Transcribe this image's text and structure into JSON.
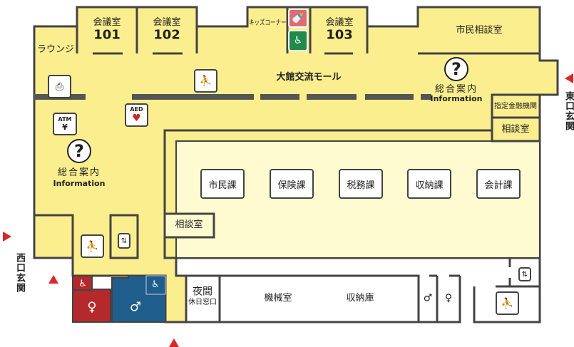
{
  "rooms": {
    "lounge": "ラウンジ",
    "r101_label": "会議室",
    "r101_num": "101",
    "r102_label": "会議室",
    "r102_num": "102",
    "r103_label": "会議室",
    "r103_num": "103",
    "kids": "キッズコーナー",
    "citizen_consult": "市民相談室",
    "mall": "大館交流モール",
    "bank": "指定金融機関",
    "consult_right": "相談室",
    "consult_left": "相談室",
    "night": "夜間",
    "holiday_window": "休日窓口",
    "machine": "機械室",
    "storage": "収納庫"
  },
  "offices": [
    "市民課",
    "保険課",
    "税務課",
    "収納課",
    "会計課"
  ],
  "info": {
    "label": "総合案内",
    "label_en": "Information",
    "mark": "?"
  },
  "icons": {
    "atm": "ATM",
    "aed": "AED"
  },
  "entrances": {
    "east": "東口玄関",
    "west": "西口玄関"
  },
  "colors": {
    "floor": "#fbee8e",
    "office_area": "#fffbd0",
    "wall": "#444444",
    "women": "#b5282b",
    "men": "#1f5e8c",
    "accessible": "#1e8a4c",
    "nursing": "#e06b74",
    "arrow": "#d8282a"
  }
}
